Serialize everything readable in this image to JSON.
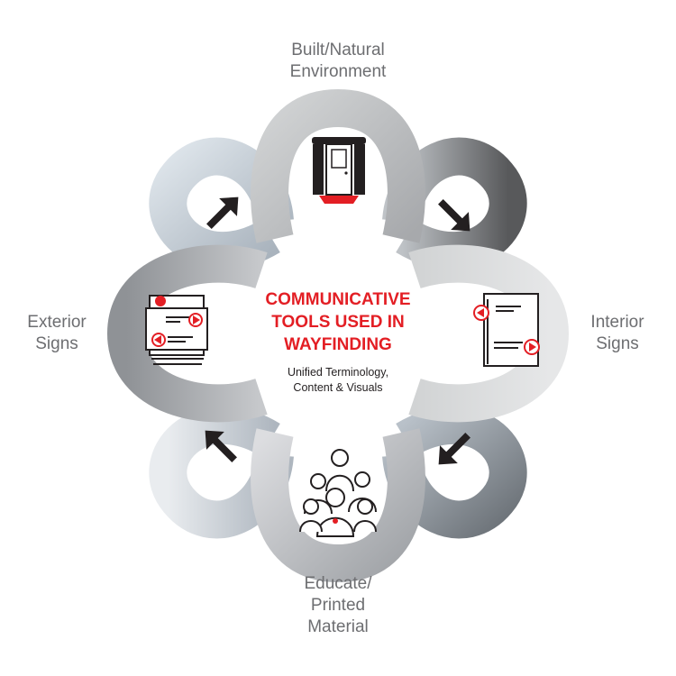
{
  "diagram": {
    "center": {
      "title_lines": [
        "COMMUNICATIVE",
        "TOOLS USED IN",
        "WAYFINDING"
      ],
      "subtitle_lines": [
        "Unified Terminology,",
        "Content & Visuals"
      ]
    },
    "nodes": {
      "top": {
        "label_lines": [
          "Built/Natural",
          "Environment"
        ],
        "icon": "door-entrance-icon"
      },
      "right": {
        "label_lines": [
          "Interior",
          "Signs"
        ],
        "icon": "interior-sign-icon"
      },
      "bottom": {
        "label_lines": [
          "Educate/",
          "Printed",
          "Material"
        ],
        "icon": "people-group-icon"
      },
      "left": {
        "label_lines": [
          "Exterior",
          "Signs"
        ],
        "icon": "exterior-sign-icon"
      }
    },
    "arrows": [
      "arrow-up-right-icon",
      "arrow-down-right-icon",
      "arrow-down-left-icon",
      "arrow-up-left-icon"
    ],
    "colors": {
      "accent": "#e31e24",
      "label": "#6d6e71",
      "dark": "#231f20",
      "band_light": "#e6e7e8",
      "band_dark": "#58595b"
    }
  }
}
